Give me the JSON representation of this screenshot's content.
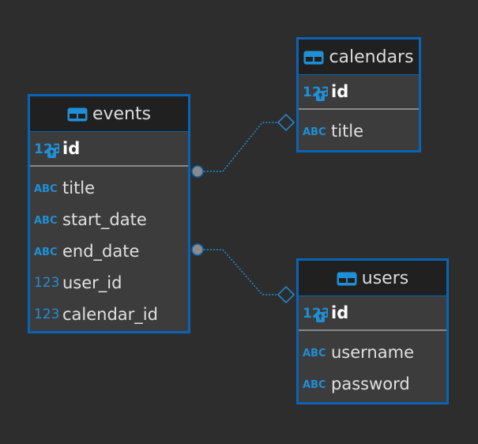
{
  "entities": {
    "events": {
      "title": "events",
      "pk": "id",
      "attributes": [
        {
          "name": "title",
          "type": "ABC"
        },
        {
          "name": "start_date",
          "type": "ABC"
        },
        {
          "name": "end_date",
          "type": "ABC"
        },
        {
          "name": "user_id",
          "type": "123"
        },
        {
          "name": "calendar_id",
          "type": "123"
        }
      ]
    },
    "calendars": {
      "title": "calendars",
      "pk": "id",
      "attributes": [
        {
          "name": "title",
          "type": "ABC"
        }
      ]
    },
    "users": {
      "title": "users",
      "pk": "id",
      "attributes": [
        {
          "name": "username",
          "type": "ABC"
        },
        {
          "name": "password",
          "type": "ABC"
        }
      ]
    }
  },
  "icons": {
    "table": "table-icon",
    "numeric_key": "numeric-key-icon",
    "text_type": "abc-text-icon",
    "numeric_type": "123-numeric-icon"
  },
  "colors": {
    "background": "#2d2d2d",
    "border": "#0a64b4",
    "icon": "#1f8fd6",
    "connector": "#1f8fd6",
    "endpoint": "#8a8a8a"
  }
}
